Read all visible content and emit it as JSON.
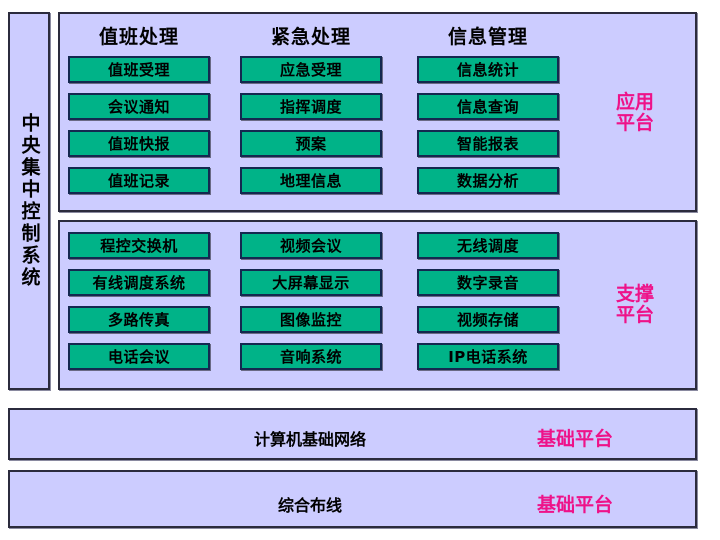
{
  "diagram": {
    "sidebar": {
      "label": "中央集中控制系统"
    },
    "application_platform": {
      "tag": "应用\n平台",
      "tag_color": "#ee1289",
      "columns": [
        {
          "header": "值班处理",
          "items": [
            "值班受理",
            "会议通知",
            "值班快报",
            "值班记录"
          ]
        },
        {
          "header": "紧急处理",
          "items": [
            "应急受理",
            "指挥调度",
            "预案",
            "地理信息"
          ]
        },
        {
          "header": "信息管理",
          "items": [
            "信息统计",
            "信息查询",
            "智能报表",
            "数据分析"
          ]
        }
      ]
    },
    "support_platform": {
      "tag": "支撑\n平台",
      "tag_color": "#ee1289",
      "columns": [
        {
          "header": "",
          "items": [
            "程控交换机",
            "有线调度系统",
            "多路传真",
            "电话会议"
          ]
        },
        {
          "header": "",
          "items": [
            "视频会议",
            "大屏幕显示",
            "图像监控",
            "音响系统"
          ]
        },
        {
          "header": "",
          "items": [
            "无线调度",
            "数字录音",
            "视频存储",
            "IP电话系统"
          ]
        }
      ]
    },
    "base_bars": [
      {
        "label": "计算机基础网络",
        "tag": "基础平台"
      },
      {
        "label": "综合布线",
        "tag": "基础平台"
      }
    ],
    "colors": {
      "panel_fill": "#ccccff",
      "panel_border": "#2b2b3d",
      "cell_fill": "#00b388",
      "cell_border": "#142850",
      "accent_pink": "#ee1289",
      "text": "#000000",
      "background": "#ffffff"
    }
  }
}
